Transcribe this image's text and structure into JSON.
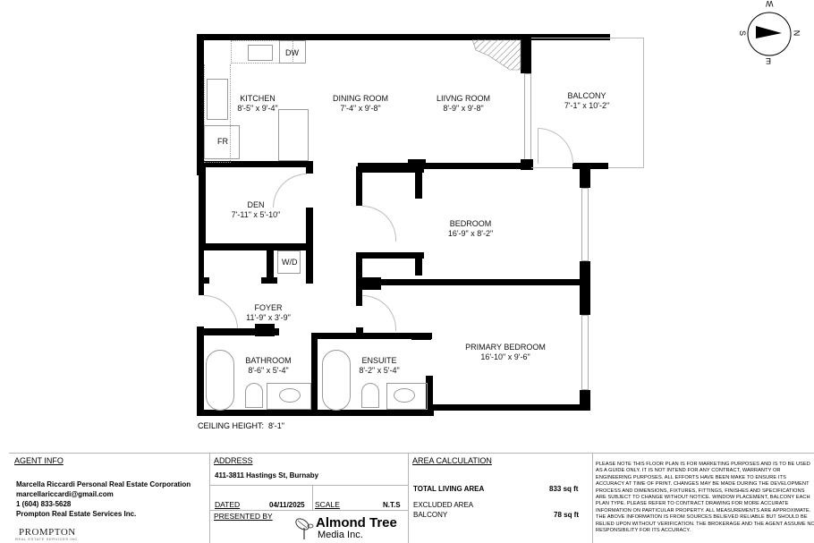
{
  "floorplan": {
    "rooms": [
      {
        "id": "kitchen",
        "name": "KITCHEN",
        "dims": "8'-5\" x 9'-4\""
      },
      {
        "id": "dining",
        "name": "DINING ROOM",
        "dims": "7'-4\" x 9'-8\""
      },
      {
        "id": "living",
        "name": "LIIVNG ROOM",
        "dims": "8'-9\" x 9'-8\""
      },
      {
        "id": "balcony",
        "name": "BALCONY",
        "dims": "7'-1\" x 10'-2\""
      },
      {
        "id": "den",
        "name": "DEN",
        "dims": "7'-11\" x 5'-10\""
      },
      {
        "id": "bedroom",
        "name": "BEDROOM",
        "dims": "16'-9\" x 8'-2\""
      },
      {
        "id": "foyer",
        "name": "FOYER",
        "dims": "11'-9\" x 3'-9\""
      },
      {
        "id": "bathroom",
        "name": "BATHROOM",
        "dims": "8'-6\" x 5'-4\""
      },
      {
        "id": "ensuite",
        "name": "ENSUITE",
        "dims": "8'-2\" x 5'-4\""
      },
      {
        "id": "primary",
        "name": "PRIMARY BEDROOM",
        "dims": "16'-10\" x 9'-6\""
      }
    ],
    "fixtures": {
      "dishwasher": "DW",
      "fridge": "FR",
      "washer_dryer": "W/D"
    },
    "ceiling_height": "CEILING HEIGHT:  8'-1\""
  },
  "compass": {
    "icon": "compass-arrow-icon",
    "labels": {
      "top": "W",
      "right": "N",
      "bottom": "E",
      "left": "S"
    }
  },
  "footer": {
    "agent": {
      "title": "AGENT INFO",
      "name": "Marcella Riccardi Personal Real Estate Corporation",
      "email": "marcellariccardi@gmail.com",
      "phone": "1 (604) 833-5628",
      "brokerage": "Prompton Real Estate Services Inc.",
      "logo_main": "PROMPTON",
      "logo_sub": "REAL ESTATE SERVICES INC."
    },
    "address": {
      "title": "ADDRESS",
      "value": "411-3811 Hastings St, Burnaby",
      "dated_label": "DATED",
      "dated_value": "04/11/2025",
      "scale_label": "SCALE",
      "scale_value": "N.T.S",
      "presented_label": "PRESENTED BY",
      "presenter_main": "Almond Tree",
      "presenter_sub": "Media Inc."
    },
    "area": {
      "title": "AREA CALCULATION",
      "total_label": "TOTAL LIVING AREA",
      "total_value": "833 sq ft",
      "excluded_label": "EXCLUDED AREA",
      "balcony_label": "BALCONY",
      "balcony_value": "78 sq ft"
    },
    "disclaimer": "PLEASE NOTE THIS FLOOR PLAN IS FOR MARKETING PURPOSES AND IS TO BE USED AS A GUIDE ONLY. IT IS NOT INTEND FOR ANY CONTRACT, WARRANTY OR ENGINEERING PURPOSES. ALL EFFORTS HAVE BEEN MAKE TO ENSURE ITS ACCURACY AT TIME OF PRINT. CHANGES MAY BE MADE DURING THE DEVELOPMENT PROCESS AND DIMENSIONS, FIXTURES, FITTINGS, FINISHES AND SPECIFICATIONS ARE SUBJECT TO CHANGE WITHOUT NOTICE. WINDOW PLACEMENT, BALCONY EACH PLAN TYPE. PLEASE REFER TO CONTRACT DRAWING FOR MORE ACCURATE INFORMATION ON PARTICULAR PROPERTY. ALL MEASUREMENTS ARE APPROXIMATE. THE ABOVE INFORMATION IS FROM SOURCES BELIEVED RELIABLE BUT SHOULD BE RELIED UPON WITHOUT VERIFICATION. THE BROKERAGE AND THE AGENT ASSUME NO RESPONSIBILITY FOR ITS ACCURACY."
  }
}
